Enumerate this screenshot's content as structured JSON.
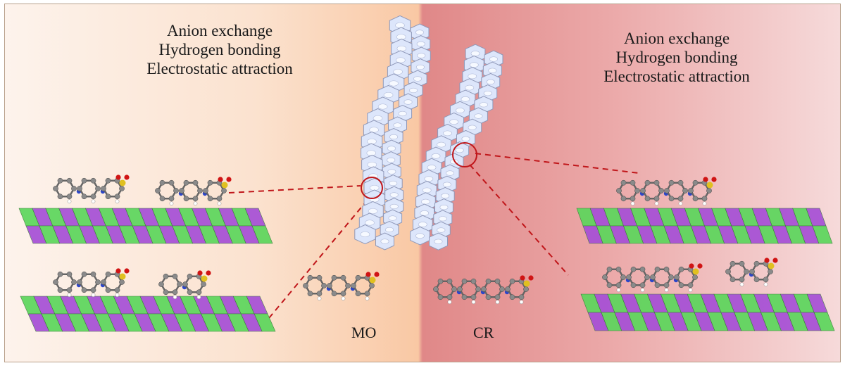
{
  "mechanisms": {
    "left": [
      "Anion exchange",
      "Hydrogen bonding",
      "Electrostatic attraction"
    ],
    "right": [
      "Anion exchange",
      "Hydrogen bonding",
      "Electrostatic attraction"
    ]
  },
  "dyes": {
    "mo": "MO",
    "cr": "CR"
  },
  "colors": {
    "ldh_green": "#5cd65c",
    "ldh_purple": "#a64fd6",
    "sheet_hex": "#dde6fb",
    "dashed_line": "#c0161a",
    "carbon": "#8a8a8a",
    "nitrogen": "#2c46c8",
    "oxygen": "#d01414",
    "sulfur": "#e0c020",
    "hydrogen": "#ffffff"
  }
}
